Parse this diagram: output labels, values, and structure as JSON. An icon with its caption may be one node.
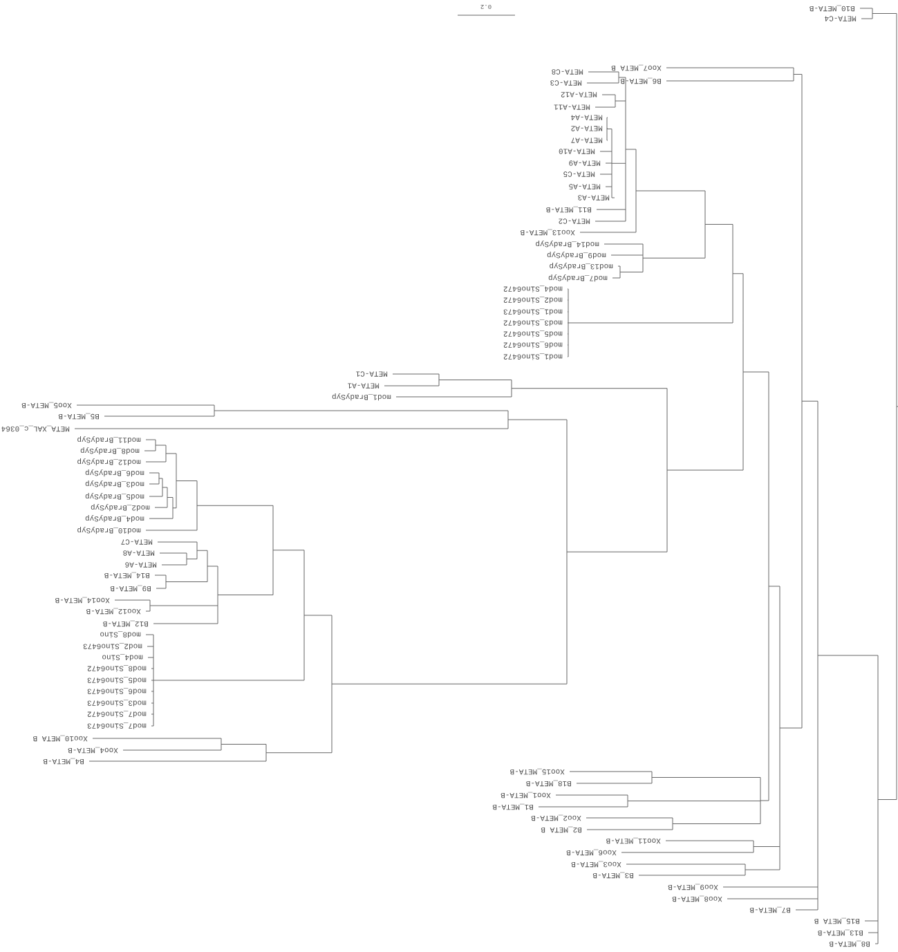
{
  "diagram": {
    "labels": [
      "0.2",
      "B10_META-B",
      "META-C4",
      "Xoo7_META B",
      "B6_META-B",
      "META-C8",
      "META-C3",
      "META-A12",
      "META-A11",
      "META-A4",
      "META-A2",
      "META-A7",
      "META-A10",
      "META-A9",
      "META-C5",
      "META-A5",
      "META-A3",
      "B11_META-B",
      "META-C2",
      "Xoo13_META-B",
      "mod14_BradySyp",
      "mod9_BradySyp",
      "mod13_BradySyp",
      "mod7_BradySyp",
      "mod4_Sino6472",
      "mod2_Sino6472",
      "mod1_Sino6473",
      "mod3_Sino6472",
      "mod5_Sino6472",
      "mod6_Sino6472",
      "mod1_Sino6472",
      "META-C1",
      "META-A1",
      "mod1_BradySyp",
      "Xoo5_META-B",
      "B5_META-B",
      "META_XAL_c_0364",
      "mod11_BradySyp",
      "mod8_BradySyp",
      "mod12_BradySyp",
      "mod6_BradySyp",
      "mod3_BradySyp",
      "mod5_BradySyp",
      "mod2_BradySyp",
      "mod4_BradySyp",
      "mod10_BradySyp",
      "META-C7",
      "META-A8",
      "META-A6",
      "B14_META-B",
      "B9_META-B",
      "Xoo14_META-B",
      "Xoo12_META-B",
      "B12_META-B",
      "mod8_Sino",
      "mod2_Sino6473",
      "mod4_Sino",
      "mod8_Sino6472",
      "mod5_Sino6473",
      "mod6_Sino6473",
      "mod3_Sino6473",
      "mod7_Sino6472",
      "mod7_Sino6473",
      "Xoo10_META B",
      "Xoo4_META-B",
      "B4_META-B",
      "Xoo15_META-B",
      "B18_META-B",
      "Xoo1_META-B",
      "B1_META-B",
      "Xoo2_META-B",
      "B2_META B",
      "Xoo11_META-B",
      "Xoo6_META-B",
      "Xoo3_META-B",
      "B3_META-B",
      "Xoo9_META-B",
      "Xoo8_META-B",
      "B7_META-B",
      "B15_META B",
      "B13_META-B",
      "B8_META-B"
    ]
  }
}
